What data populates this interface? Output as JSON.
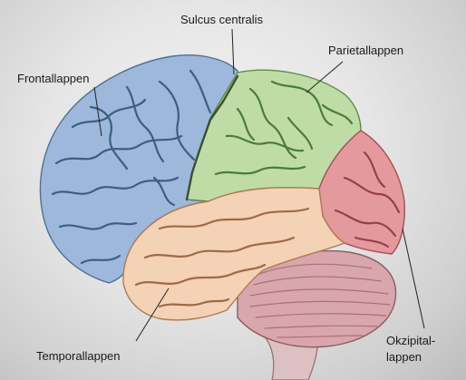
{
  "labels": {
    "sulcus": "Sulcus centralis",
    "parietal": "Parietallappen",
    "frontal": "Frontallappen",
    "temporal": "Temporallappen",
    "occipital_line1": "Okzipital-",
    "occipital_line2": "lappen"
  },
  "colors": {
    "frontal": "#9db8da",
    "parietal": "#bfdca6",
    "occipital": "#e49a9c",
    "temporal": "#f3d2b5",
    "cerebellum": "#d9a6ad",
    "brainstem": "#dcc0c2"
  }
}
